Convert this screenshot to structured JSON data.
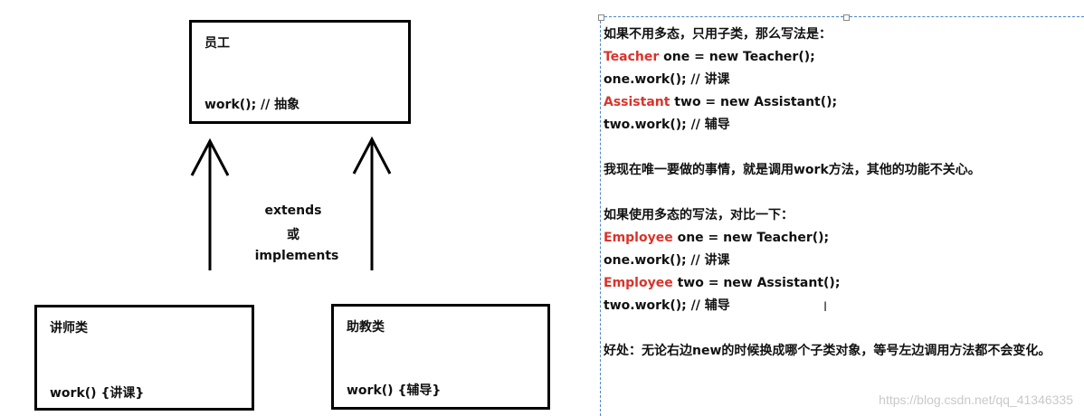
{
  "diagram": {
    "employee": {
      "title": "员工",
      "method": "work(); // 抽象"
    },
    "teacher": {
      "title": "讲师类",
      "method": "work() {讲课}"
    },
    "assistant": {
      "title": "助教类",
      "method": "work() {辅导}"
    },
    "relation": {
      "extends": "extends",
      "or": "或",
      "implements": "implements"
    }
  },
  "notes": {
    "lines": [
      {
        "parts": [
          {
            "t": "如果不用多态，只用子类，那么写法是：",
            "hl": false
          }
        ]
      },
      {
        "parts": [
          {
            "t": "Teacher",
            "hl": true
          },
          {
            "t": " one = new Teacher();",
            "hl": false
          }
        ]
      },
      {
        "parts": [
          {
            "t": "one.work(); // 讲课",
            "hl": false
          }
        ]
      },
      {
        "parts": [
          {
            "t": "Assistant",
            "hl": true
          },
          {
            "t": " two = new Assistant();",
            "hl": false
          }
        ]
      },
      {
        "parts": [
          {
            "t": "two.work(); // 辅导",
            "hl": false
          }
        ]
      },
      {
        "parts": []
      },
      {
        "parts": [
          {
            "t": "我现在唯一要做的事情，就是调用work方法，其他的功能不关心。",
            "hl": false
          }
        ]
      },
      {
        "parts": []
      },
      {
        "parts": [
          {
            "t": "如果使用多态的写法，对比一下：",
            "hl": false
          }
        ]
      },
      {
        "parts": [
          {
            "t": "Employee",
            "hl": true
          },
          {
            "t": " one = new Teacher();",
            "hl": false
          }
        ]
      },
      {
        "parts": [
          {
            "t": "one.work(); // 讲课",
            "hl": false
          }
        ]
      },
      {
        "parts": [
          {
            "t": "Employee",
            "hl": true
          },
          {
            "t": " two = new Assistant();",
            "hl": false
          }
        ]
      },
      {
        "parts": [
          {
            "t": "two.work(); // 辅导",
            "hl": false
          }
        ]
      },
      {
        "parts": []
      },
      {
        "parts": [
          {
            "t": "好处：无论右边new的时候换成哪个子类对象，等号左边调用方法都不会变化。",
            "hl": false
          }
        ]
      }
    ]
  },
  "cursor_glyph": "I",
  "watermark": "https://blog.csdn.net/qq_41346335",
  "colors": {
    "highlight": "#d9342b",
    "divider": "#4a86c8"
  }
}
